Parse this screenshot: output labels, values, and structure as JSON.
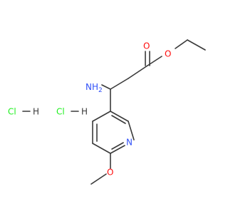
{
  "structure": {
    "atoms": {
      "carbonyl_oxygen": "O",
      "ester_oxygen": "O",
      "amine": "NH",
      "amine_h_count": "2",
      "ring_nitrogen": "N",
      "methoxy_oxygen": "O"
    },
    "salts": [
      {
        "cl": "Cl",
        "h": "H"
      },
      {
        "cl": "Cl",
        "h": "H"
      }
    ]
  },
  "colors": {
    "bond": "#3a3a3a",
    "oxygen": "#ff0d0d",
    "nitrogen": "#3050f8",
    "salt": "#1ff01f",
    "hydrogen": "#3a3a3a"
  }
}
